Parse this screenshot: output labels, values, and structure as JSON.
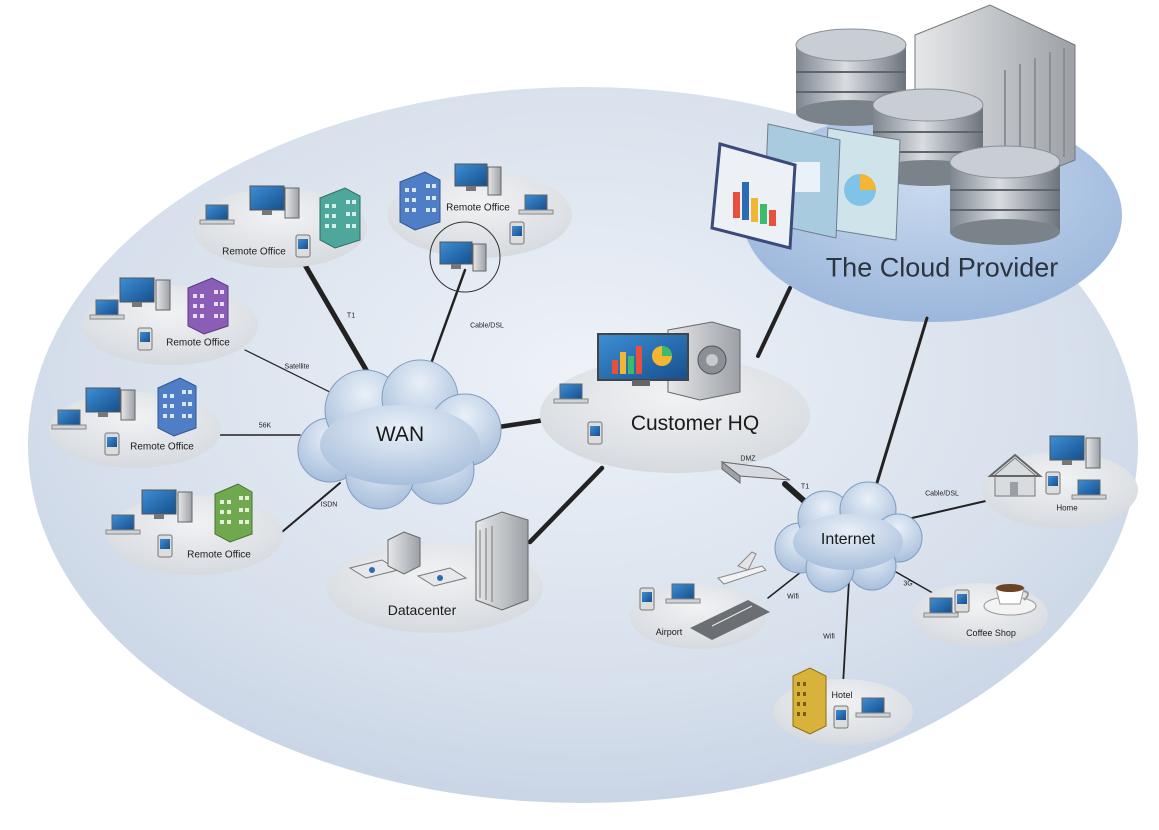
{
  "cloud_provider": {
    "label": "The Cloud Provider",
    "icons": [
      "database-icon",
      "server-rack-icon",
      "dashboard-window-icon"
    ]
  },
  "wan": {
    "label": "WAN"
  },
  "internet": {
    "label": "Internet"
  },
  "customer_hq": {
    "label": "Customer HQ",
    "dmz_label": "DMZ"
  },
  "datacenter": {
    "label": "Datacenter"
  },
  "remote_offices": [
    {
      "id": "ro1",
      "label": "Remote Office"
    },
    {
      "id": "ro2",
      "label": "Remote Office"
    },
    {
      "id": "ro3",
      "label": "Remote Office"
    },
    {
      "id": "ro4",
      "label": "Remote Office"
    },
    {
      "id": "ro5",
      "label": "Remote Office"
    }
  ],
  "sites": [
    {
      "id": "home",
      "label": "Home"
    },
    {
      "id": "coffee",
      "label": "Coffee Shop"
    },
    {
      "id": "hotel",
      "label": "Hotel"
    },
    {
      "id": "airport",
      "label": "Airport"
    }
  ],
  "links": [
    {
      "id": "l-t1-wan",
      "label": "T1"
    },
    {
      "id": "l-cable-wan",
      "label": "Cable/DSL"
    },
    {
      "id": "l-sat",
      "label": "Satellite"
    },
    {
      "id": "l-56k",
      "label": "56K"
    },
    {
      "id": "l-isdn",
      "label": "ISDN"
    },
    {
      "id": "l-t1-inet",
      "label": "T1"
    },
    {
      "id": "l-cable-home",
      "label": "Cable/DSL"
    },
    {
      "id": "l-3g",
      "label": "3G"
    },
    {
      "id": "l-wifi-air",
      "label": "Wifi"
    },
    {
      "id": "l-wifi-hotel",
      "label": "Wifi"
    }
  ],
  "colors": {
    "outer_halo": "#d9e1ec",
    "node_disc": "#e3e6ea",
    "cloud_disc": "#b6cbe6",
    "line": "#222222",
    "screen": "#1e6fb7",
    "building_blue": "#4f7ec7",
    "building_teal": "#4ea79b",
    "building_purple": "#8a5db6",
    "building_green": "#6fa84f",
    "hotel_yellow": "#d8b23a"
  }
}
